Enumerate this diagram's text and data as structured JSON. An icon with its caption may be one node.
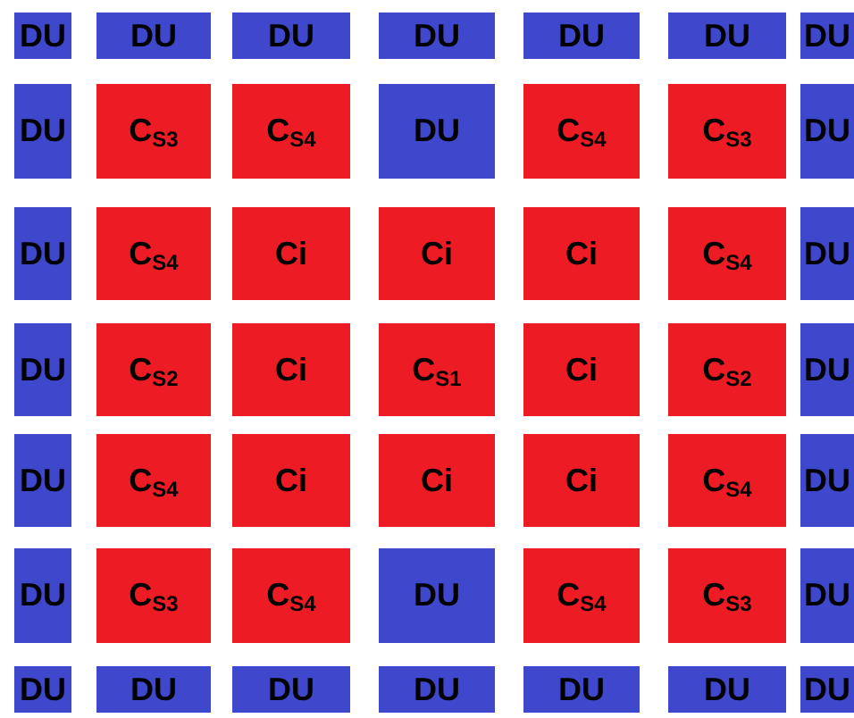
{
  "diagram": {
    "nodes": [
      {
        "text": [
          "DU"
        ]
      },
      {
        "text": [
          "DU"
        ]
      },
      {
        "text": [
          "DU"
        ]
      },
      {
        "text": [
          "DU"
        ]
      },
      {
        "text": [
          "DU"
        ]
      },
      {
        "text": [
          "DU"
        ]
      },
      {
        "text": [
          "DU"
        ]
      },
      {
        "text": [
          "DU"
        ]
      },
      {
        "text": [
          "C$_{S3}$"
        ]
      },
      {
        "text": [
          "C$_{S4}$"
        ]
      },
      {
        "text": [
          "DU"
        ]
      },
      {
        "text": [
          "C$_{S4}$"
        ]
      },
      {
        "text": [
          "C$_{S3}$"
        ]
      },
      {
        "text": [
          "DU"
        ]
      },
      {
        "text": [
          "DU"
        ]
      },
      {
        "text": [
          "C$_{S4}$"
        ]
      },
      {
        "text": [
          "Ci"
        ]
      },
      {
        "text": [
          "Ci"
        ]
      },
      {
        "text": [
          "Ci"
        ]
      },
      {
        "text": [
          "C$_{S4}$"
        ]
      },
      {
        "text": [
          "DU"
        ]
      },
      {
        "text": [
          "DU"
        ]
      },
      {
        "text": [
          "C$_{S2}$"
        ]
      },
      {
        "text": [
          "Ci"
        ]
      },
      {
        "text": [
          "C$_{S1}$"
        ]
      },
      {
        "text": [
          "Ci"
        ]
      },
      {
        "text": [
          "C$_{S2}$"
        ]
      },
      {
        "text": [
          "DU"
        ]
      },
      {
        "text": [
          "DU"
        ]
      },
      {
        "text": [
          "C$_{S4}$"
        ]
      },
      {
        "text": [
          "Ci"
        ]
      },
      {
        "text": [
          "Ci"
        ]
      },
      {
        "text": [
          "Ci"
        ]
      },
      {
        "text": [
          "C$_{S4}$"
        ]
      },
      {
        "text": [
          "DU"
        ]
      },
      {
        "text": [
          "DU"
        ]
      },
      {
        "text": [
          "C$_{S3}$"
        ]
      },
      {
        "text": [
          "C$_{S4}$"
        ]
      },
      {
        "text": [
          "DU"
        ]
      },
      {
        "text": [
          "C$_{S4}$"
        ]
      },
      {
        "text": [
          "C$_{S3}$"
        ]
      },
      {
        "text": [
          "DU"
        ]
      },
      {
        "text": [
          "DU"
        ]
      },
      {
        "text": [
          "DU"
        ]
      },
      {
        "text": [
          "DU"
        ]
      },
      {
        "text": [
          "DU"
        ]
      },
      {
        "text": [
          "DU"
        ]
      },
      {
        "text": [
          "DU"
        ]
      },
      {
        "text": [
          "DU"
        ]
      }
    ]
  }
}
